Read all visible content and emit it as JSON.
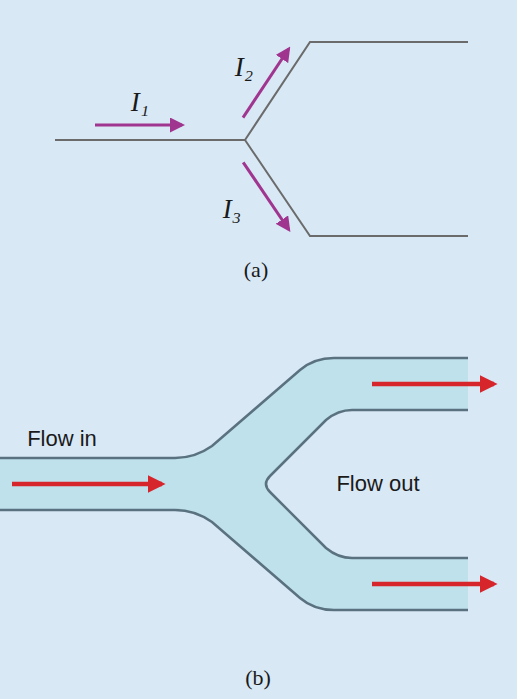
{
  "diagram": {
    "labels": [
      "I₁",
      "I₂",
      "I₃",
      "(a)",
      "Flow in",
      "Flow out",
      "(b)"
    ]
  }
}
